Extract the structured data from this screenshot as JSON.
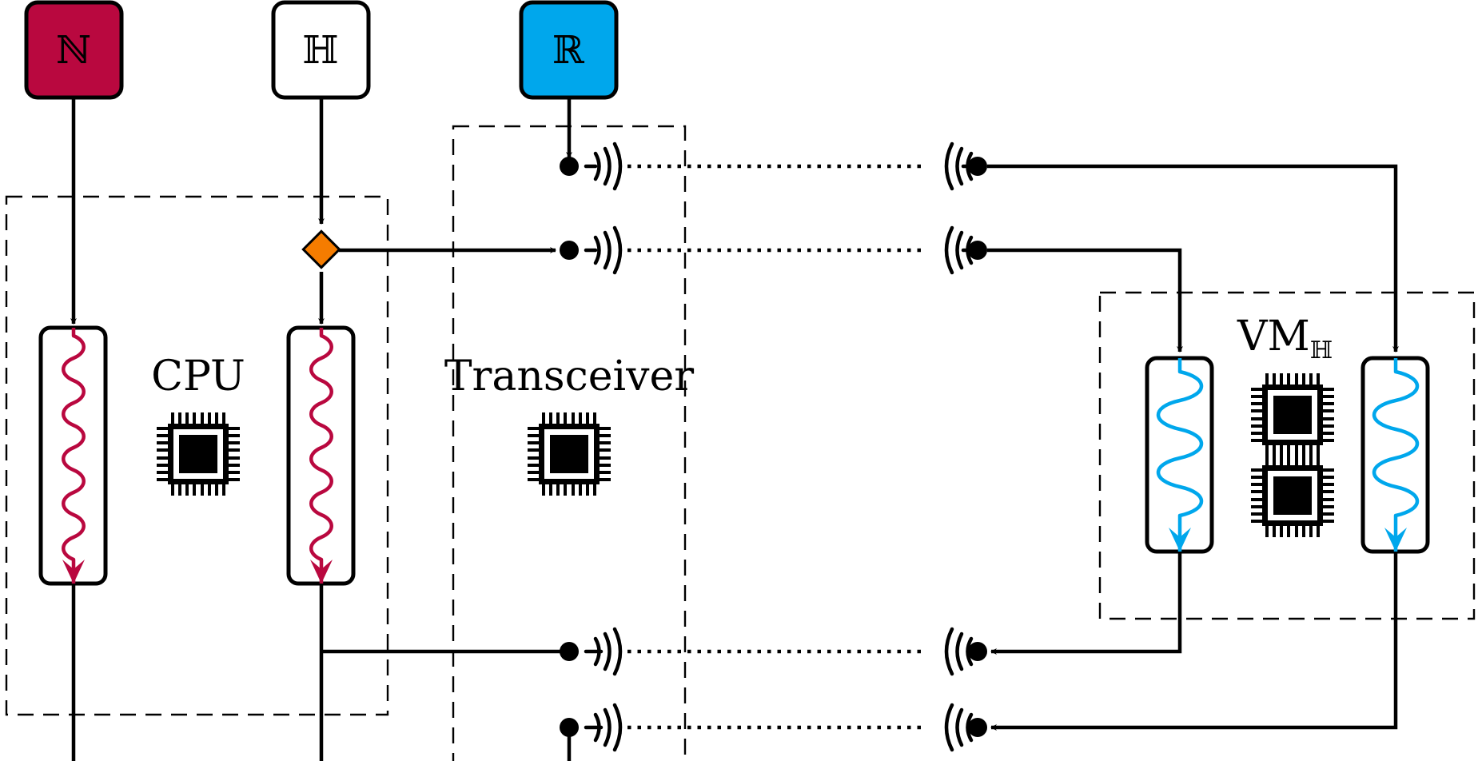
{
  "inputs": [
    {
      "id": "N",
      "label": "ℕ",
      "color": "#b9083f"
    },
    {
      "id": "H",
      "label": "ℍ",
      "color": "#ffffff"
    },
    {
      "id": "R",
      "label": "ℝ",
      "color": "#00a7ec"
    }
  ],
  "regions": {
    "cpu": {
      "label": "CPU"
    },
    "transceiver": {
      "label": "Transceiver"
    },
    "vm": {
      "label": "VM",
      "subscript": "ℍ"
    }
  },
  "colors": {
    "natural": "#b9083f",
    "real": "#00a7ec",
    "tap_node": "#f57c00",
    "line": "#000000"
  }
}
